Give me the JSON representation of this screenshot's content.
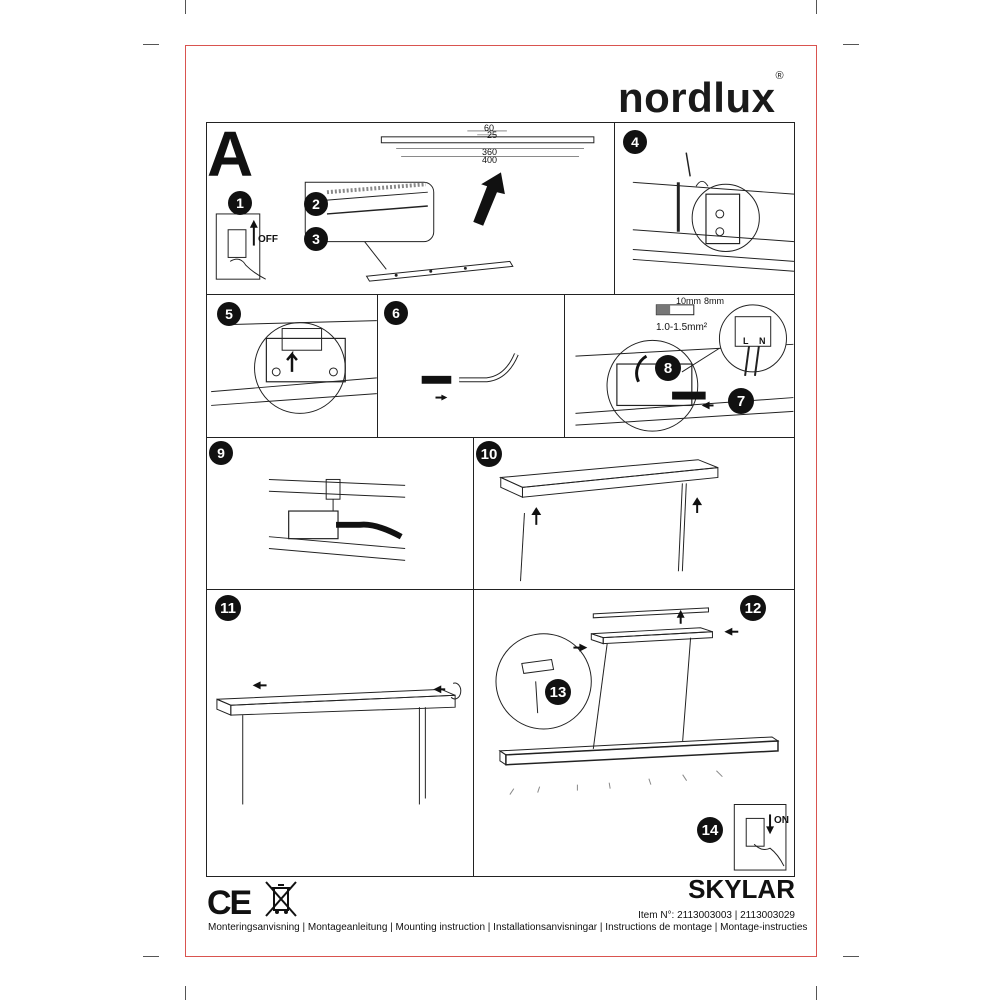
{
  "brand": {
    "name": "nordlux",
    "reg_mark": "®"
  },
  "section": {
    "letter": "A"
  },
  "steps": {
    "s1": "1",
    "s2": "2",
    "s3": "3",
    "s4": "4",
    "s5": "5",
    "s6": "6",
    "s7": "7",
    "s8": "8",
    "s9": "9",
    "s10": "10",
    "s11": "11",
    "s12": "12",
    "s13": "13",
    "s14": "14"
  },
  "labels": {
    "off": "OFF",
    "on": "ON",
    "strip_10": "10mm",
    "strip_8": "8mm",
    "wire_gauge": "1.0-1.5mm²",
    "terminal_l": "L",
    "terminal_n": "N"
  },
  "dimensions": {
    "d1": "60",
    "d2": "25",
    "d3": "360",
    "d4": "400"
  },
  "product": {
    "name": "SKYLAR",
    "item_line": "Item N°: 2113003003 | 2113003029",
    "languages": "Monteringsanvisning | Montageanleitung | Mounting instruction | Installationsanvisningar | Instructions de montage | Montage-instructies"
  },
  "marks": {
    "ce": "CE"
  }
}
